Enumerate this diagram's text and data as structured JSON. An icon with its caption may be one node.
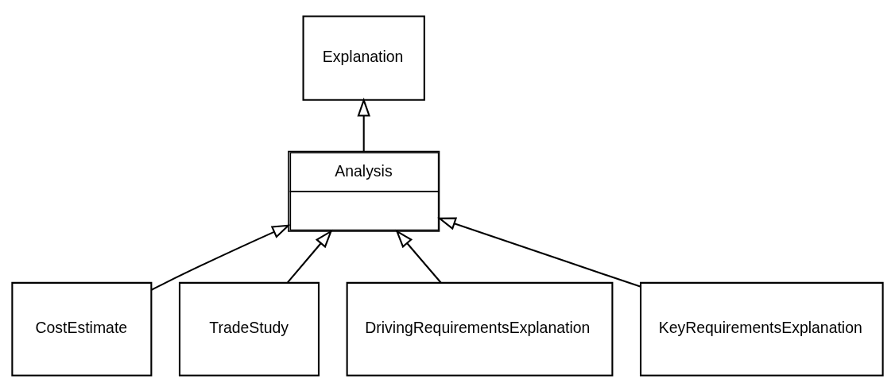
{
  "diagram": {
    "nodes": [
      {
        "text": [
          "Explanation"
        ]
      },
      {
        "text": [
          "Analysis"
        ]
      },
      {
        "text": [
          "CostEstimate"
        ]
      },
      {
        "text": [
          "TradeStudy"
        ]
      },
      {
        "text": [
          "DrivingRequirementsExplanation"
        ]
      },
      {
        "text": [
          "KeyRequirementsExplanation"
        ]
      }
    ],
    "edges": [
      {
        "from": 1,
        "to": 0,
        "arrow": "to"
      },
      {
        "from": 2,
        "to": 1,
        "arrow": "to"
      },
      {
        "from": 3,
        "to": 1,
        "arrow": "to"
      },
      {
        "from": 4,
        "to": 1,
        "arrow": "to"
      },
      {
        "from": 5,
        "to": 1,
        "arrow": "to"
      }
    ]
  }
}
